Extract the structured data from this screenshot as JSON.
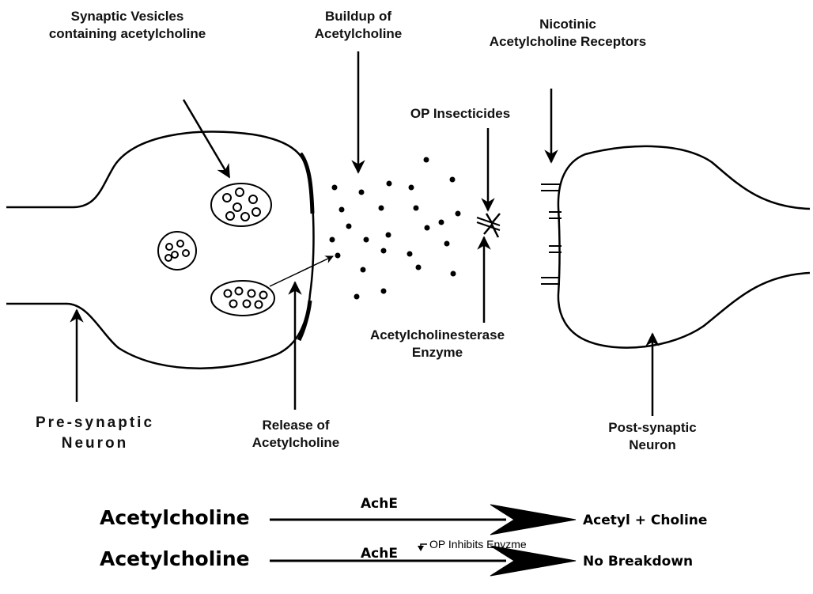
{
  "labels": {
    "synaptic_vesicles": [
      "Synaptic Vesicles",
      "containing acetylcholine"
    ],
    "buildup": [
      "Buildup of",
      "Acetylcholine"
    ],
    "nicotinic": [
      "Nicotinic",
      "Acetylcholine Receptors"
    ],
    "op_insecticides": "OP Insecticides",
    "ache_enzyme": [
      "Acetylcholinesterase",
      "Enzyme"
    ],
    "pre_synaptic": [
      "Pre-synaptic",
      "Neuron"
    ],
    "release": [
      "Release of",
      "Acetylcholine"
    ],
    "post_synaptic": [
      "Post-synaptic",
      "Neuron"
    ]
  },
  "reactions": [
    {
      "substrate": "Acetylcholine",
      "enzyme": "AchE",
      "product": "Acetyl + Choline"
    },
    {
      "substrate": "Acetylcholine",
      "enzyme": "AchE",
      "product": "No Breakdown",
      "note": "OP Inhibits Enyzme"
    }
  ]
}
